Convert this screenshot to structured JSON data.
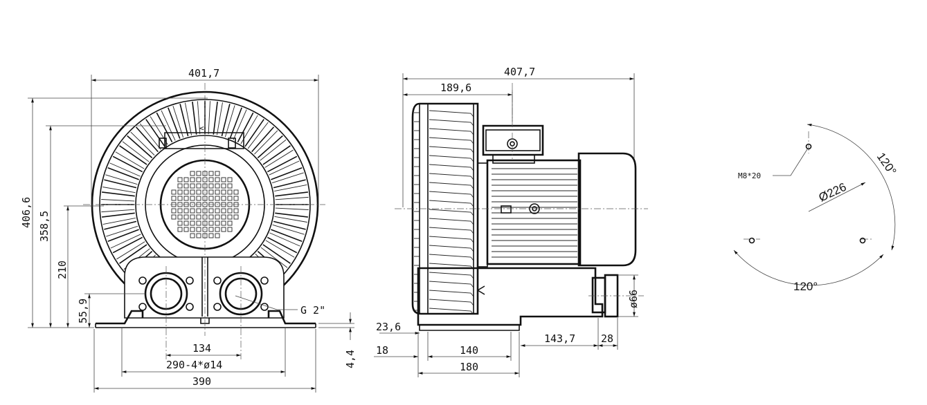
{
  "front_view": {
    "width_top": "401,7",
    "height_total": "406,6",
    "height_outlet": "358,5",
    "height_center": "210",
    "height_port": "55,9",
    "port_spacing": "134",
    "holes": "290-4*ø14",
    "base_width": "390",
    "base_thickness": "4,4",
    "thread": "G 2\""
  },
  "side_view": {
    "length_total": "407,7",
    "flange_to_terminal": "189,6",
    "base_offset": "23,6",
    "foot_offset": "18",
    "foot_holes": "140",
    "foot_length": "180",
    "port_length": "143,7",
    "port_stub": "28",
    "port_diameter": "ø66"
  },
  "flange_view": {
    "screw": "M8*20",
    "pitch_diameter": "Ø226",
    "angle_top": "120°",
    "angle_bottom": "120°"
  }
}
